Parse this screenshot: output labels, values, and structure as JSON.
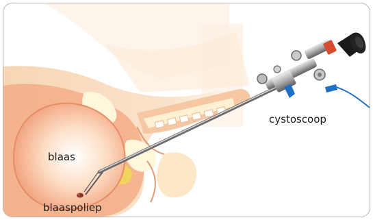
{
  "labels": {
    "bladder": "blaas",
    "polyp": "blaaspoliep",
    "cystoscope": "cystoscoop"
  },
  "colors": {
    "skin": "#f6cfa8",
    "tissue": "#ef9f79",
    "bladder_glow": "#f7a77d",
    "bone": "#fff6dc",
    "yellow_tissue": "#f2d35e",
    "scope_metal": "#8f8f8f",
    "eyepiece": "#1a1a1a",
    "cable": "#2a73c9",
    "frame_border": "#b9b3a8"
  }
}
